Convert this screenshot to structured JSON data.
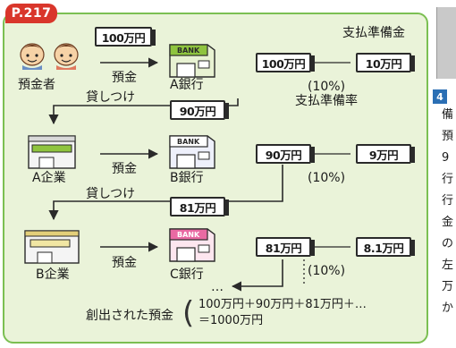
{
  "page_tag": "P.217",
  "top_right_label": "支払準備金",
  "depositor_label": "預金者",
  "deposit_label": "預金",
  "bank_a": "A銀行",
  "bank_b": "B銀行",
  "bank_c": "C銀行",
  "company_a": "A企業",
  "company_b": "B企業",
  "loan_label": "貸しつけ",
  "bank_sign": "BANK",
  "reserve_ratio_pct": "(10%)",
  "reserve_ratio_label": "支払準備率",
  "ellipsis": "…",
  "cards": {
    "deposit_100": "100万円",
    "bank_a_100": "100万円",
    "reserve_10": "10万円",
    "loan_90": "90万円",
    "bank_b_90": "90万円",
    "reserve_9": "9万円",
    "loan_81": "81万円",
    "bank_c_81": "81万円",
    "reserve_8_1": "8.1万円"
  },
  "formula": {
    "label": "創出された預金",
    "line1": "100万円＋90万円＋81万円＋…",
    "line2": "＝1000万円"
  },
  "side_text": {
    "number": "4",
    "chars": [
      "備",
      "預",
      "9",
      "行",
      "行",
      "金",
      "の",
      "左",
      "万",
      "か"
    ]
  },
  "colors": {
    "panel_bg": "#eaf3d9",
    "panel_border": "#7bbf52",
    "tag_bg": "#d9362b",
    "bank_green": "#8fc43f",
    "bank_pink": "#e96aa3",
    "arrow": "#2a2a2a"
  }
}
